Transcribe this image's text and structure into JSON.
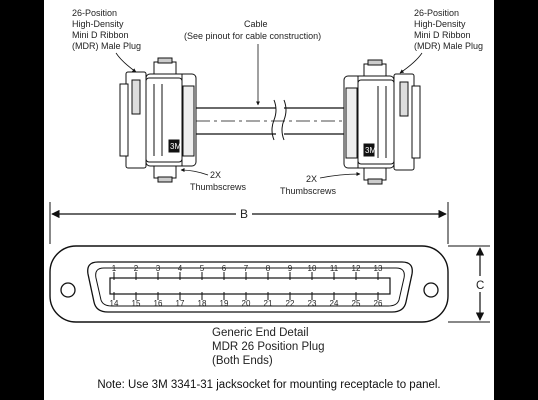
{
  "labels": {
    "left_plug": [
      "26-Position",
      "High-Density",
      "Mini D Ribbon",
      "(MDR) Male Plug"
    ],
    "right_plug": [
      "26-Position",
      "High-Density",
      "Mini D Ribbon",
      "(MDR) Male Plug"
    ],
    "cable": [
      "Cable",
      "(See pinout for cable construction)"
    ],
    "left_screws": [
      "2X",
      "Thumbscrews"
    ],
    "right_screws": [
      "2X",
      "Thumbscrews"
    ],
    "plug_mark": "3M"
  },
  "dimensions": {
    "width": "B",
    "height": "C"
  },
  "pins": {
    "top": [
      "1",
      "2",
      "3",
      "4",
      "5",
      "6",
      "7",
      "8",
      "9",
      "10",
      "11",
      "12",
      "13"
    ],
    "bottom": [
      "14",
      "15",
      "16",
      "17",
      "18",
      "19",
      "20",
      "21",
      "22",
      "23",
      "24",
      "25",
      "26"
    ]
  },
  "detail_caption": [
    "Generic End Detail",
    "MDR 26 Position Plug",
    "(Both Ends)"
  ],
  "note": "Note: Use 3M 3341-31 jacksocket for mounting receptacle to panel."
}
